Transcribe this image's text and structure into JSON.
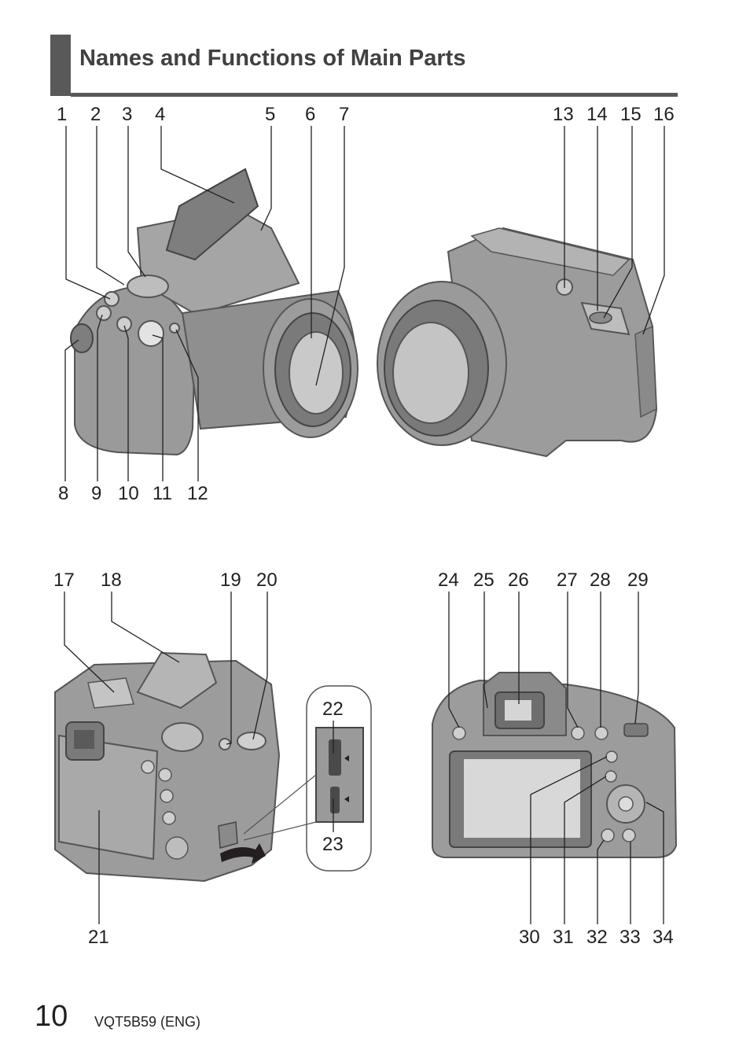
{
  "page": {
    "title": "Names and Functions of Main Parts",
    "page_number": "10",
    "doc_code": "VQT5B59 (ENG)"
  },
  "callouts": {
    "n1": "1",
    "n2": "2",
    "n3": "3",
    "n4": "4",
    "n5": "5",
    "n6": "6",
    "n7": "7",
    "n8": "8",
    "n9": "9",
    "n10": "10",
    "n11": "11",
    "n12": "12",
    "n13": "13",
    "n14": "14",
    "n15": "15",
    "n16": "16",
    "n17": "17",
    "n18": "18",
    "n19": "19",
    "n20": "20",
    "n21": "21",
    "n22": "22",
    "n23": "23",
    "n24": "24",
    "n25": "25",
    "n26": "26",
    "n27": "27",
    "n28": "28",
    "n29": "29",
    "n30": "30",
    "n31": "31",
    "n32": "32",
    "n33": "33",
    "n34": "34"
  },
  "colors": {
    "heading_bar": "#595959",
    "camera_body": "#8c8c8c",
    "camera_dark": "#6e6e6e",
    "camera_light": "#bdbdbd",
    "leader_line": "#231f20"
  }
}
